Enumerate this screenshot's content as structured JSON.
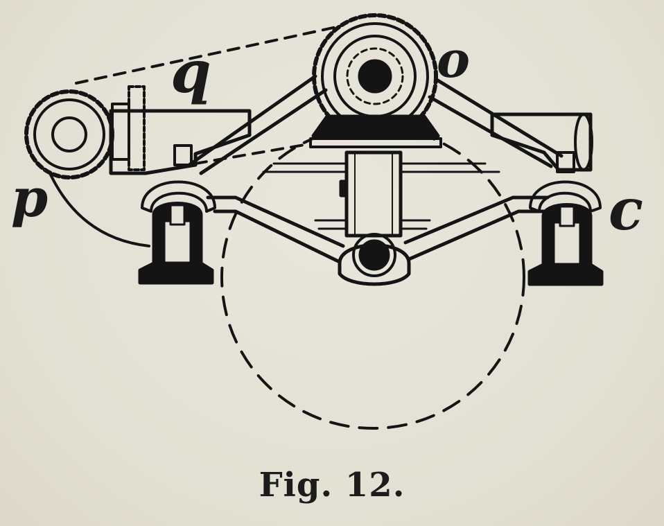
{
  "figure": {
    "caption": "Fig. 12.",
    "labels": {
      "p": "p",
      "q": "q",
      "o": "o",
      "c": "c"
    },
    "colors": {
      "ink": "#141414",
      "paper": "#e4e1d6"
    }
  }
}
